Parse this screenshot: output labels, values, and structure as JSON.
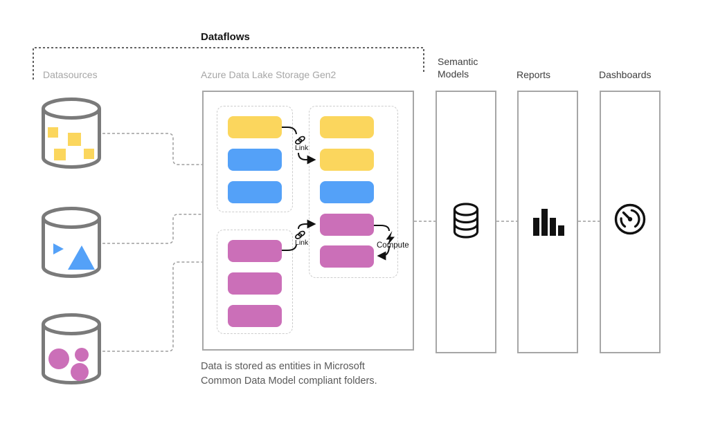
{
  "title": "Dataflows",
  "columns": {
    "datasources": {
      "label": "Datasources"
    },
    "adls": {
      "label": "Azure Data Lake Storage Gen2",
      "caption": "Data is stored as entities in Microsoft Common Data Model compliant folders."
    },
    "semantic_models": {
      "label": "Semantic Models",
      "icon": "database-stack-icon"
    },
    "reports": {
      "label": "Reports",
      "icon": "bar-chart-icon"
    },
    "dashboards": {
      "label": "Dashboards",
      "icon": "gauge-icon"
    }
  },
  "annotations": {
    "link1": {
      "label": "Link",
      "icon": "chain-link-icon"
    },
    "link2": {
      "label": "Link",
      "icon": "chain-link-icon"
    },
    "compute": {
      "label": "Compute",
      "icon": "lightning-bolt-icon"
    }
  },
  "datasources": [
    {
      "name": "datasource-squares",
      "shape": "squares",
      "color_key": "yellow"
    },
    {
      "name": "datasource-triangles",
      "shape": "triangles",
      "color_key": "blue"
    },
    {
      "name": "datasource-circles",
      "shape": "circles",
      "color_key": "magenta"
    }
  ],
  "dataflows": {
    "group_a_entities": [
      "yellow",
      "blue",
      "blue"
    ],
    "group_b_entities": [
      "yellow",
      "yellow",
      "blue",
      "magenta",
      "magenta"
    ],
    "group_c_entities": [
      "magenta",
      "magenta",
      "magenta"
    ]
  },
  "colors": {
    "yellow": "#fbd65d",
    "blue": "#54a1f8",
    "magenta": "#cb6fb8",
    "box_border": "#a6a6a6",
    "connector": "#9e9e9e",
    "bracket": "#4d4d4d",
    "cylinder_outline": "#7a7a7a",
    "label_gray": "#a6a6a6",
    "label_dark": "#3d3d3d",
    "icon_black": "#111111"
  }
}
